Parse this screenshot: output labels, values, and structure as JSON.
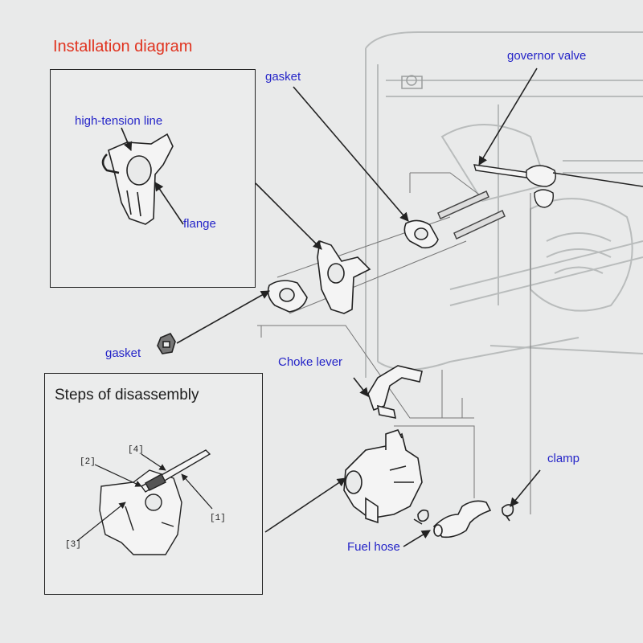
{
  "title": "Installation diagram",
  "steps_title": "Steps of disassembly",
  "labels": {
    "high_tension_line": "high-tension line",
    "flange": "flange",
    "gasket_top": "gasket",
    "gasket_bottom": "gasket",
    "governor_valve": "governor valve",
    "choke_lever": "Choke lever",
    "clamp": "clamp",
    "fuel_hose": "Fuel hose"
  },
  "steps": [
    "[1]",
    "[2]",
    "[3]",
    "[4]"
  ],
  "colors": {
    "label_blue": "#2424c8",
    "title_red": "#e0331f",
    "line": "#222222",
    "background": "#e9eaea"
  }
}
